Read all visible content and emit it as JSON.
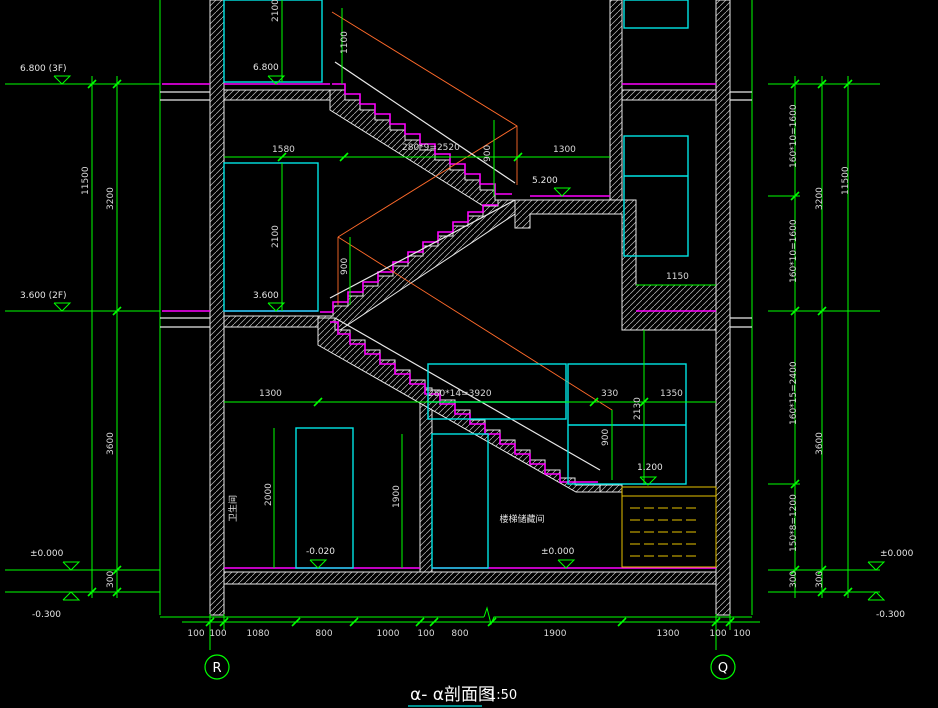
{
  "title": {
    "main": "α- α剖面图",
    "scale": "1:50"
  },
  "axes": {
    "left": "R",
    "right": "Q"
  },
  "levels": {
    "l3f": "6.800  (3F)",
    "l2f": "3.600  (2F)",
    "l0_left": "±0.000",
    "lneg_left": "-0.300",
    "l0_right": "±0.000",
    "lneg_right": "-0.300",
    "room_680": "6.800",
    "room_360": "3.600",
    "landing_520": "5.200",
    "landing_120": "1.200",
    "bath_floor": "-0.020",
    "storage_floor": "±0.000"
  },
  "rooms": {
    "bathroom": "卫生间",
    "storage": "楼梯储藏间"
  },
  "dims": {
    "left_outer_total": "11500",
    "left_3f": "3200",
    "left_1f": "3600",
    "left_base": "300",
    "right_outer_total": "11500",
    "right_3f": "3200",
    "right_1f": "3600",
    "right_base": "300",
    "right_3f_upper": "160*10=1600",
    "right_3f_lower": "160*10=1600",
    "right_1f_upper": "160*15=2400",
    "right_1f_lower": "150*8=1200",
    "bottom": [
      "100",
      "100",
      "1080",
      "800",
      "1000",
      "100",
      "800",
      "1900",
      "1300",
      "100",
      "100"
    ],
    "h_1580": "1580",
    "h_upper_stair": "280*9=2520",
    "h_1300_a": "1300",
    "h_1150": "1150",
    "h_1300_b": "1300",
    "h_lower_stair": "280*14=3920",
    "h_330": "330",
    "h_1350": "1350",
    "v_2100_top": "2100",
    "v_1100": "1100",
    "v_900_a": "900",
    "v_2100_mid": "2100",
    "v_900_b": "900",
    "v_2000": "2000",
    "v_1900": "1900",
    "v_900_c": "900",
    "v_2130": "2130"
  }
}
